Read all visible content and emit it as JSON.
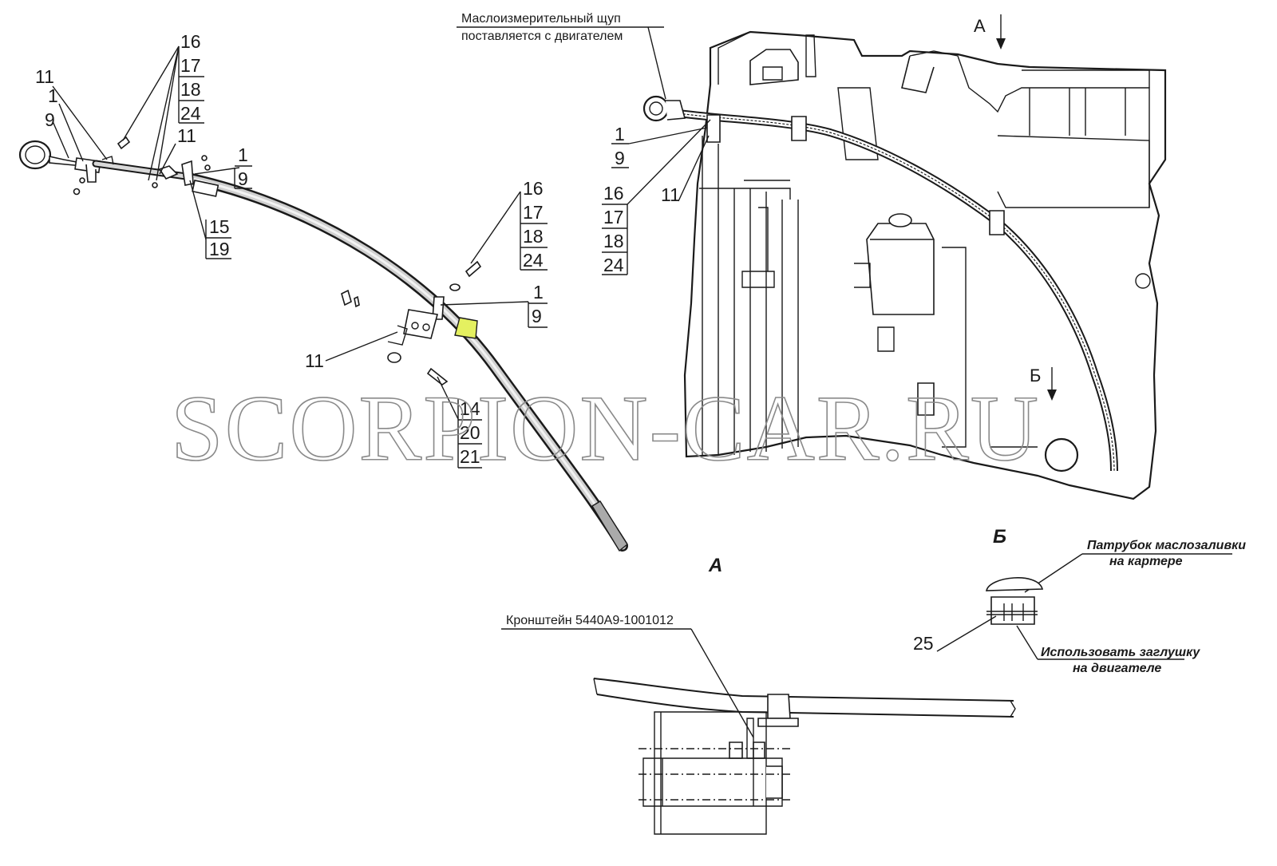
{
  "watermark": "SCORPION-CAR.RU",
  "left_callouts": {
    "stack_top": [
      "16",
      "17",
      "18",
      "24"
    ],
    "n11_a": "11",
    "n1_a": "1",
    "n9_a": "9",
    "n11_b": "11",
    "pair_1_9_top": [
      "1",
      "9"
    ],
    "pair_15_19": [
      "15",
      "19"
    ],
    "stack_mid": [
      "16",
      "17",
      "18",
      "24"
    ],
    "pair_1_9_mid": [
      "1",
      "9"
    ],
    "n11_c": "11",
    "stack_bottom": [
      "14",
      "20",
      "21"
    ]
  },
  "right_view": {
    "note_line1": "Маслоизмерительный щуп",
    "note_line2": "поставляется с двигателем",
    "view_arrow_a": "А",
    "view_arrow_b": "Б",
    "pair_1_9": [
      "1",
      "9"
    ],
    "stack": [
      "16",
      "17",
      "18",
      "24"
    ],
    "n11": "11"
  },
  "view_a": {
    "title": "А",
    "bracket_note": "Кронштейн 5440А9-1001012"
  },
  "view_b": {
    "title": "Б",
    "note_top_line1": "Патрубок маслозаливки",
    "note_top_line2": "на картере",
    "callout": "25",
    "note_bottom_line1": "Использовать заглушку",
    "note_bottom_line2": "на двигателе"
  },
  "colors": {
    "line": "#1a1a1a",
    "clamp_highlight": "#e4f060",
    "watermark": "#8a8a8a"
  }
}
